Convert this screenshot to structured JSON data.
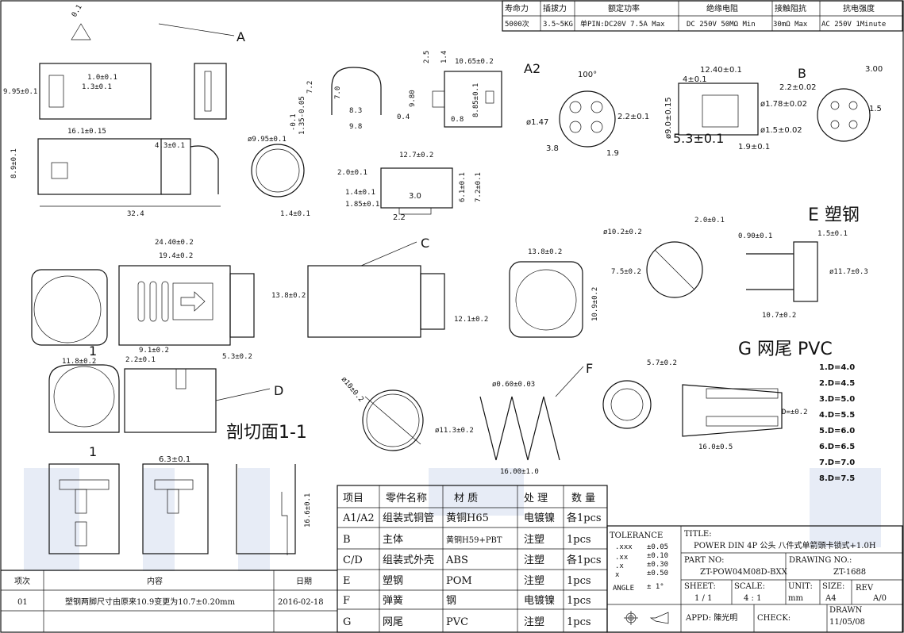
{
  "spec_table": {
    "headers": [
      "寿命力",
      "插拔力",
      "额定功率",
      "绝缘电阻",
      "接触阻抗",
      "抗电强度"
    ],
    "values": [
      "5000次",
      "3.5~5KG",
      "单PIN:DC20V 7.5A Max",
      "DC 250V 50MΩ Min",
      "30mΩ Max",
      "AC 250V 1Minute"
    ]
  },
  "part_labels": {
    "A": "A",
    "A2": "A2",
    "B": "B",
    "C": "C",
    "D": "D",
    "E": "E 塑钢",
    "F": "F",
    "G": "G 网尾 PVC",
    "section": "剖切面1-1",
    "one_a": "1",
    "one_b": "1"
  },
  "g_sizes": [
    "1.D=4.0",
    "2.D=4.5",
    "3.D=5.0",
    "4.D=5.5",
    "5.D=6.0",
    "6.D=6.5",
    "7.D=7.0",
    "8.D=7.5"
  ],
  "dimensions": {
    "a_flat": "0.1",
    "a_tri": "0.1",
    "a_h": "9.95±0.1",
    "a_10": "1.0±0.1",
    "a_13": "1.3±0.1",
    "a_161": "16.1±0.15",
    "a_43": "4.3±0.1",
    "a_89": "8.9±0.1",
    "a_324": "32.4",
    "r_72": "7.2",
    "r_70": "7.0",
    "r_83": "8.3",
    "r_98": "9.8",
    "r_04": "0.4",
    "r_01": "-0.1",
    "r_135": "1.35-0.05",
    "r_995": "ø9.95±0.1",
    "r_14": "1.4±0.1",
    "a2_25": "2.5",
    "a2_1065": "10.65±0.2",
    "a2_14": "1.4",
    "a2_980": "9.80",
    "a2_885": "8.85±0.1",
    "a2_08": "0.8",
    "m_127": "12.7±0.2",
    "m_20": "2.0±0.1",
    "m_14": "1.4±0.1",
    "m_185": "1.85±0.1",
    "m_30": "3.0",
    "m_22": "2.2",
    "m_61": "6.1±0.1",
    "m_72": "7.2±0.1",
    "p_100": "100°",
    "p_147": "ø1.47",
    "p_22": "2.2±0.1",
    "p_38": "3.8",
    "p_19": "1.9",
    "b_124": "12.40±0.1",
    "b_40": "4±0.1",
    "b_90": "ø9.0±0.15",
    "b_53": "5.3±0.1",
    "b_19": "1.9±0.1",
    "b_22": "2.2±0.02",
    "b_178": "ø1.78±0.02",
    "b_15": "ø1.5±0.02",
    "b_300": "3.00",
    "b_15b": "1.5",
    "c_2440": "24.40±0.2",
    "c_194": "19.4±0.2",
    "c_138": "13.8±0.2",
    "c_121": "12.1±0.2",
    "s_138": "13.8±0.2",
    "s_109": "10.9±0.2",
    "e_102": "ø10.2±0.2",
    "e_20": "2.0±0.1",
    "e_75": "7.5±0.2",
    "e_090": "0.90±0.1",
    "e_15": "1.5±0.1",
    "e_117": "ø11.7±0.3",
    "e_107": "10.7±0.2",
    "d_118": "11.8±0.2",
    "d_91": "9.1±0.2",
    "d_22": "2.2±0.1",
    "d_53": "5.3±0.2",
    "f_10": "ø10±0.2",
    "f_060": "ø0.60±0.03",
    "f_113": "ø11.3±0.2",
    "f_160": "16.00±1.0",
    "g_57": "5.7±0.2",
    "g_d": "D=±0.2",
    "g_160": "16.0±0.5",
    "h_63": "6.3±0.1",
    "h_166": "16.6±0.1"
  },
  "bom": {
    "headers": [
      "项目",
      "零件名称",
      "材  质",
      "处 理",
      "数 量"
    ],
    "rows": [
      [
        "A1/A2",
        "组装式铜管",
        "黄铜H65",
        "电镀镍",
        "各1pcs"
      ],
      [
        "B",
        "主体",
        "黄铜H59+PBT",
        "注塑",
        "1pcs"
      ],
      [
        "C/D",
        "组装式外壳",
        "ABS",
        "注塑",
        "各1pcs"
      ],
      [
        "E",
        "塑钢",
        "POM",
        "注塑",
        "1pcs"
      ],
      [
        "F",
        "弹簧",
        "钢",
        "电镀镍",
        "1pcs"
      ],
      [
        "G",
        "网尾",
        "PVC",
        "注塑",
        "1pcs"
      ]
    ]
  },
  "revision": {
    "headers": [
      "项次",
      "内容",
      "日期"
    ],
    "rows": [
      [
        "01",
        "塑钢两脚尺寸由原来10.9变更为10.7±0.20mm",
        "2016-02-18"
      ]
    ]
  },
  "title_block": {
    "tolerance_label": "TOLERANCE",
    "tolerances": [
      [
        ".xxx",
        "±0.05"
      ],
      [
        ".xx",
        "±0.10"
      ],
      [
        ".x",
        "±0.30"
      ],
      [
        "x",
        "±0.50"
      ]
    ],
    "angle_label": "ANGLE",
    "angle_value": "± 1°",
    "title_label": "TITLE:",
    "title": "POWER DIN 4P 公头 八件式单箭頭卡锁式+1.0H",
    "part_no_label": "PART NO:",
    "part_no": "ZT-POW04M08D-BXX",
    "drawing_no_label": "DRAWING NO.:",
    "drawing_no": "ZT-1688",
    "sheet_label": "SHEET:",
    "sheet": "1 / 1",
    "scale_label": "SCALE:",
    "scale": "4 : 1",
    "unit_label": "UNIT:",
    "unit": "mm",
    "size_label": "SIZE:",
    "size": "A4",
    "rev_label": "REV",
    "rev": "A/0",
    "appd": "APPD: 陳光明",
    "check": "CHECK:",
    "drawn_label": "DRAWN",
    "drawn": "11/05/08"
  }
}
